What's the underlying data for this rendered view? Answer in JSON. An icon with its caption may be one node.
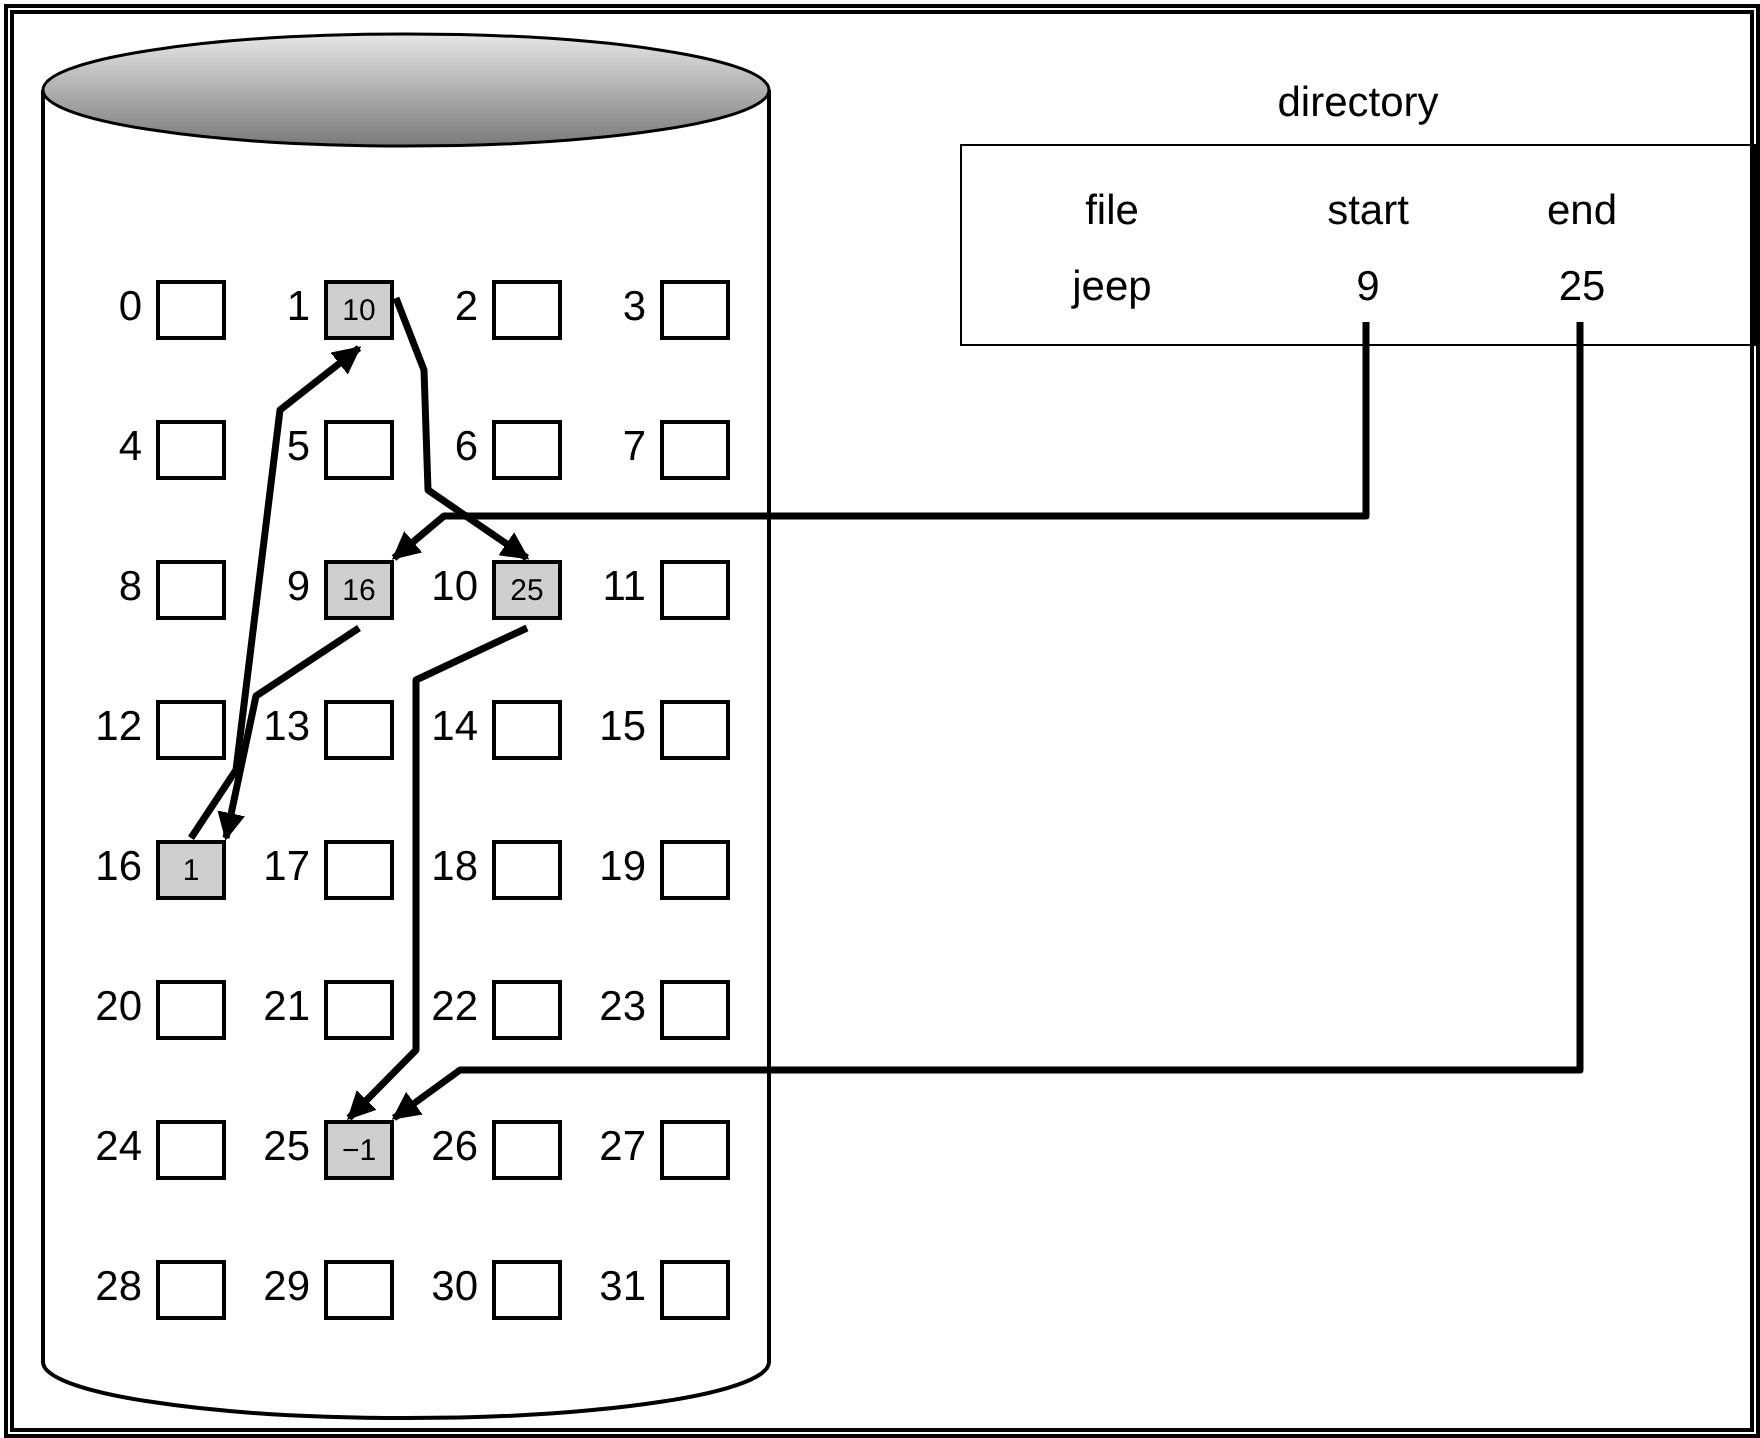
{
  "diagram": {
    "nodes": [
      {
        "text": [],
        "shape": "cylinder"
      },
      {
        "text": [],
        "shape": "box",
        "beside": [
          "0"
        ],
        "in": 0
      },
      {
        "text": [
          "10"
        ],
        "beside": [
          "1"
        ],
        "in": 0
      },
      {
        "text": [],
        "shape": "box",
        "beside": [
          "2"
        ],
        "in": 0
      },
      {
        "text": [],
        "shape": "box",
        "beside": [
          "3"
        ],
        "in": 0
      },
      {
        "text": [],
        "shape": "box",
        "beside": [
          "4"
        ],
        "in": 0
      },
      {
        "text": [],
        "shape": "box",
        "beside": [
          "5"
        ],
        "in": 0
      },
      {
        "text": [],
        "shape": "box",
        "beside": [
          "6"
        ],
        "in": 0
      },
      {
        "text": [],
        "shape": "box",
        "beside": [
          "7"
        ],
        "in": 0
      },
      {
        "text": [],
        "shape": "box",
        "beside": [
          "8"
        ],
        "in": 0
      },
      {
        "text": [
          "16"
        ],
        "beside": [
          "9"
        ],
        "in": 0
      },
      {
        "text": [
          "25"
        ],
        "beside": [
          "10"
        ],
        "in": 0
      },
      {
        "text": [],
        "shape": "box",
        "beside": [
          "11"
        ],
        "in": 0
      },
      {
        "text": [],
        "shape": "box",
        "beside": [
          "12"
        ],
        "in": 0
      },
      {
        "text": [],
        "shape": "box",
        "beside": [
          "13"
        ],
        "in": 0
      },
      {
        "text": [],
        "shape": "box",
        "beside": [
          "14"
        ],
        "in": 0
      },
      {
        "text": [],
        "shape": "box",
        "beside": [
          "15"
        ],
        "in": 0
      },
      {
        "text": [
          "1"
        ],
        "beside": [
          "16"
        ],
        "in": 0
      },
      {
        "text": [],
        "shape": "box",
        "beside": [
          "17"
        ],
        "in": 0
      },
      {
        "text": [],
        "shape": "box",
        "beside": [
          "18"
        ],
        "in": 0
      },
      {
        "text": [],
        "shape": "box",
        "beside": [
          "19"
        ],
        "in": 0
      },
      {
        "text": [],
        "shape": "box",
        "beside": [
          "20"
        ],
        "in": 0
      },
      {
        "text": [],
        "shape": "box",
        "beside": [
          "21"
        ],
        "in": 0
      },
      {
        "text": [],
        "shape": "box",
        "beside": [
          "22"
        ],
        "in": 0
      },
      {
        "text": [],
        "shape": "box",
        "beside": [
          "23"
        ],
        "in": 0
      },
      {
        "text": [],
        "shape": "box",
        "beside": [
          "24"
        ],
        "in": 0
      },
      {
        "text": [
          "−1"
        ],
        "beside": [
          "25"
        ],
        "in": 0
      },
      {
        "text": [],
        "shape": "box",
        "beside": [
          "26"
        ],
        "in": 0
      },
      {
        "text": [],
        "shape": "box",
        "beside": [
          "27"
        ],
        "in": 0
      },
      {
        "text": [],
        "shape": "box",
        "beside": [
          "28"
        ],
        "in": 0
      },
      {
        "text": [],
        "shape": "box",
        "beside": [
          "29"
        ],
        "in": 0
      },
      {
        "text": [],
        "shape": "box",
        "beside": [
          "30"
        ],
        "in": 0
      },
      {
        "text": [],
        "shape": "box",
        "beside": [
          "31"
        ],
        "in": 0
      },
      {
        "text": [
          "directory"
        ]
      },
      {
        "text": [
          "9"
        ],
        "in": 33
      },
      {
        "text": [
          "25"
        ],
        "in": 33
      }
    ],
    "edges": [
      {
        "from": 34,
        "to": 10,
        "arrow": "to"
      },
      {
        "from": 10,
        "to": 17,
        "arrow": "to"
      },
      {
        "from": 17,
        "to": 2,
        "arrow": "to"
      },
      {
        "from": 2,
        "to": 11,
        "arrow": "to"
      },
      {
        "from": 11,
        "to": 26,
        "arrow": "to"
      },
      {
        "from": 35,
        "to": 26,
        "arrow": "to"
      }
    ],
    "labels": [
      "file",
      "start",
      "end",
      "jeep"
    ]
  }
}
